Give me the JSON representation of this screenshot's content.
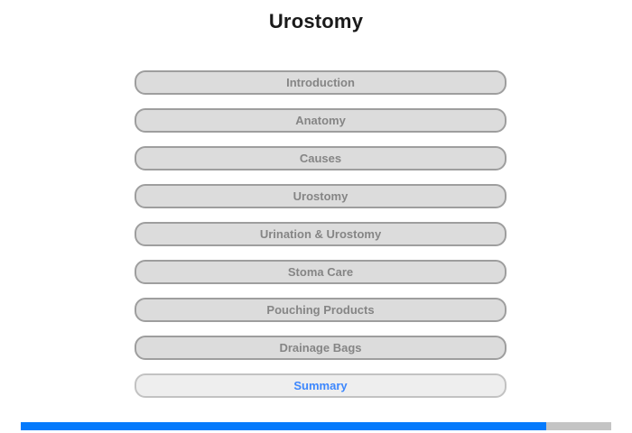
{
  "page": {
    "title": "Urostomy"
  },
  "menu": {
    "items": [
      {
        "label": "Introduction",
        "active": false
      },
      {
        "label": "Anatomy",
        "active": false
      },
      {
        "label": "Causes",
        "active": false
      },
      {
        "label": "Urostomy",
        "active": false
      },
      {
        "label": "Urination & Urostomy",
        "active": false
      },
      {
        "label": "Stoma Care",
        "active": false
      },
      {
        "label": "Pouching Products",
        "active": false
      },
      {
        "label": "Drainage Bags",
        "active": false
      },
      {
        "label": "Summary",
        "active": true
      }
    ]
  },
  "progress": {
    "percent": 89,
    "fill_color": "#057afc",
    "track_color": "#c4c4c4"
  },
  "colors": {
    "button_fill": "#dcdcdc",
    "button_border": "#9e9e9e",
    "button_text": "#858585",
    "active_fill": "#eeeeee",
    "active_border": "#c2c2c2",
    "active_text": "#3d87fd",
    "title_text": "#1a1a1a"
  }
}
